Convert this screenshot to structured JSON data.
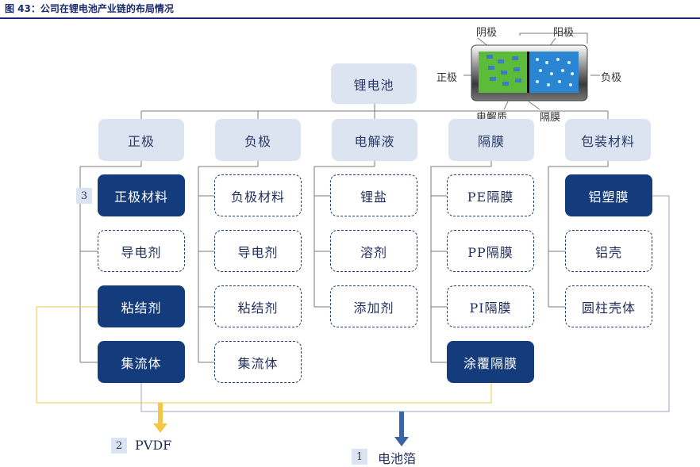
{
  "title": "图 43：公司在锂电池产业链的布局情况",
  "root": "锂电池",
  "battery_labels": {
    "cathode_material": "阴极",
    "anode_material": "阳极",
    "positive": "正极",
    "negative": "负极",
    "electrolyte": "电解质",
    "separator": "隔膜"
  },
  "categories": [
    "正极",
    "负极",
    "电解液",
    "隔膜",
    "包装材料"
  ],
  "columns": {
    "positive": [
      "正极材料",
      "导电剂",
      "粘结剂",
      "集流体"
    ],
    "negative": [
      "负极材料",
      "导电剂",
      "粘结剂",
      "集流体"
    ],
    "electrolyte": [
      "锂盐",
      "溶剂",
      "添加剂"
    ],
    "separator": [
      "PE隔膜",
      "PP隔膜",
      "PI隔膜",
      "涂覆隔膜"
    ],
    "packaging": [
      "铝塑膜",
      "铝壳",
      "圆柱壳体"
    ]
  },
  "legend": {
    "badge_3": "3",
    "badge_2": "2",
    "badge_1": "1",
    "pvdf": "PVDF",
    "foil": "电池箔"
  },
  "colors": {
    "highlight": "#143c7c",
    "category_fill": "#dbe4f0",
    "pvdf_line": "#f2c744",
    "foil_line": "#1f3f7a"
  }
}
